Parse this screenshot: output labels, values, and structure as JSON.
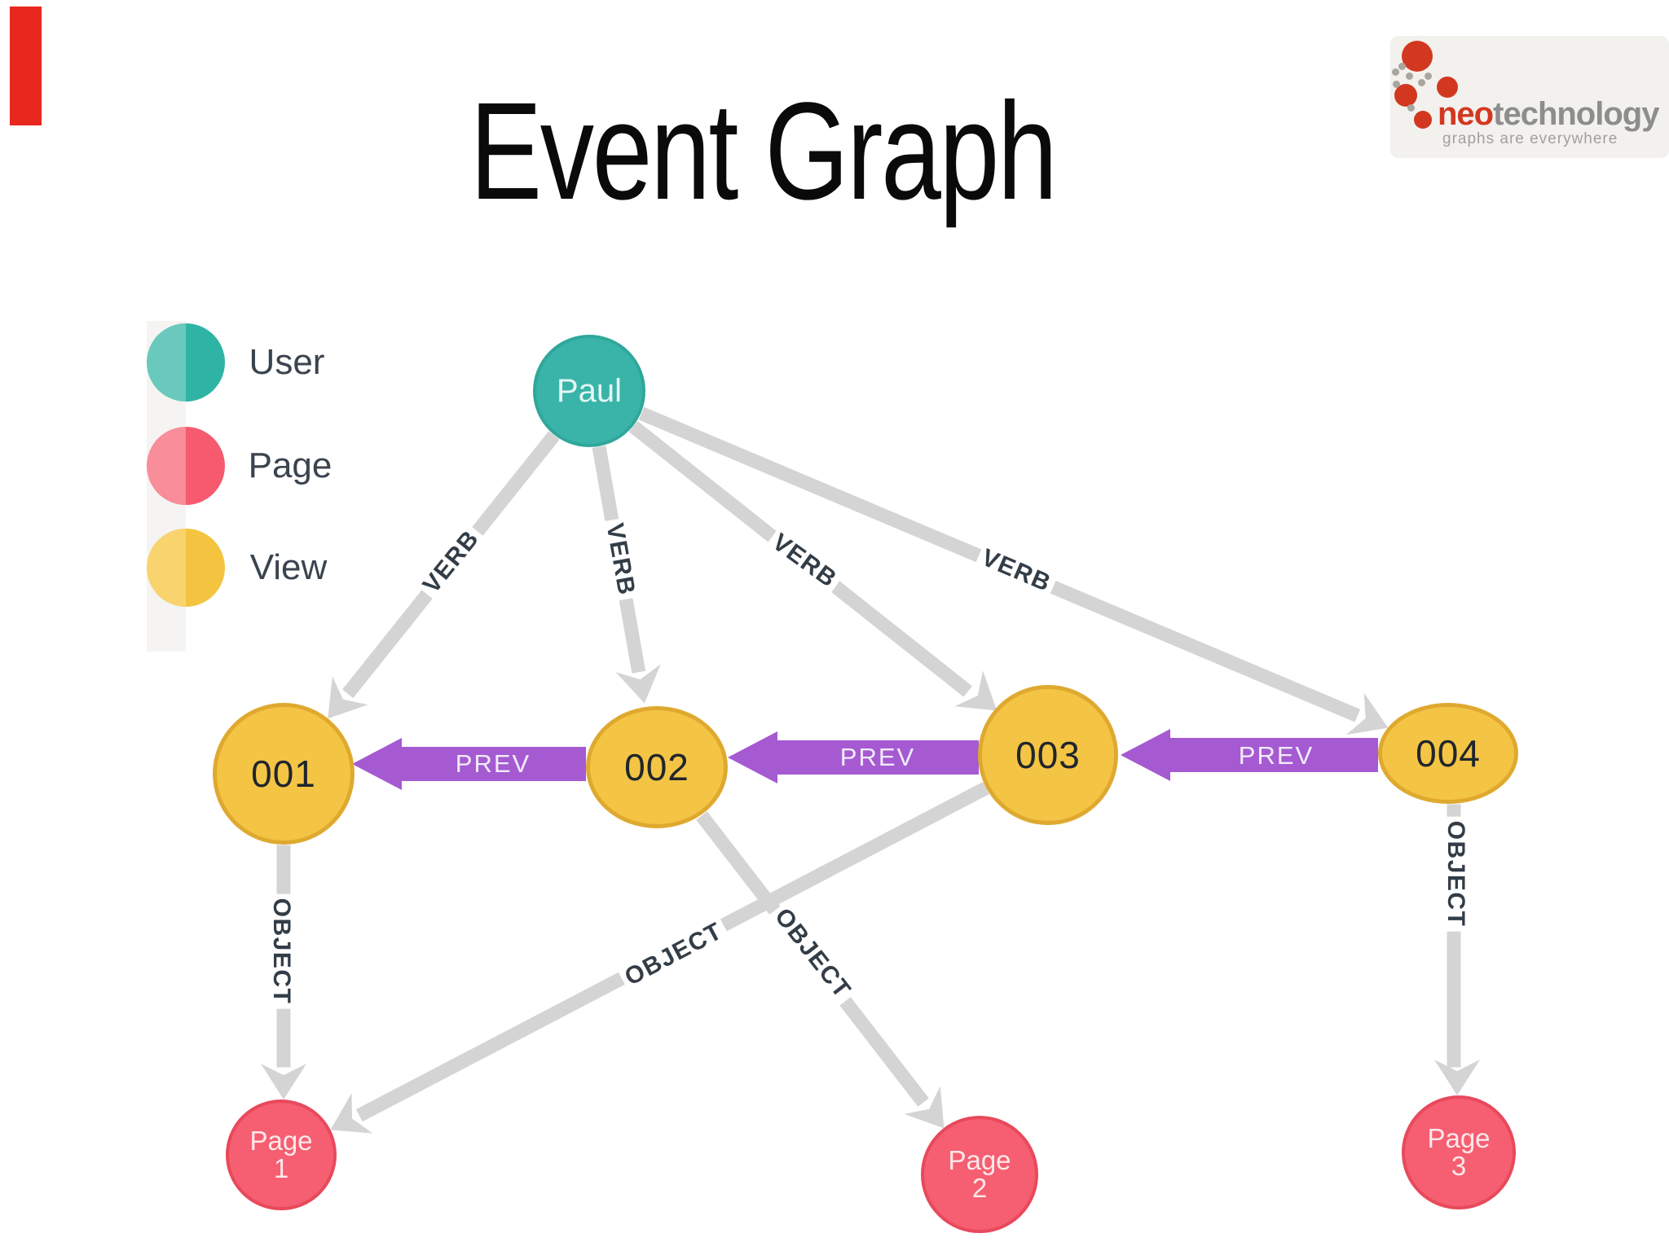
{
  "slide": {
    "title": "Event Graph"
  },
  "logo": {
    "name_red": "neo",
    "name_gray": "technology",
    "tagline": "graphs are everywhere",
    "red": "#d2381f",
    "gray": "#8d8d8d"
  },
  "legend": {
    "items": [
      {
        "label": "User",
        "color_light": "#68c9bc",
        "color_dark": "#2fb3a5"
      },
      {
        "label": "Page",
        "color_light": "#f98d9a",
        "color_dark": "#f55a6f"
      },
      {
        "label": "View",
        "color_light": "#f8d36e",
        "color_dark": "#f4c440"
      }
    ]
  },
  "graph": {
    "nodes": [
      {
        "id": "paul",
        "label": "Paul",
        "type": "User"
      },
      {
        "id": "001",
        "label": "001",
        "type": "View"
      },
      {
        "id": "002",
        "label": "002",
        "type": "View"
      },
      {
        "id": "003",
        "label": "003",
        "type": "View"
      },
      {
        "id": "004",
        "label": "004",
        "type": "View"
      },
      {
        "id": "page1",
        "line1": "Page",
        "line2": "1",
        "type": "Page"
      },
      {
        "id": "page2",
        "line1": "Page",
        "line2": "2",
        "type": "Page"
      },
      {
        "id": "page3",
        "line1": "Page",
        "line2": "3",
        "type": "Page"
      }
    ],
    "edges": [
      {
        "from": "Paul",
        "to": "001",
        "label": "VERB"
      },
      {
        "from": "Paul",
        "to": "002",
        "label": "VERB"
      },
      {
        "from": "Paul",
        "to": "003",
        "label": "VERB"
      },
      {
        "from": "Paul",
        "to": "004",
        "label": "VERB"
      },
      {
        "from": "002",
        "to": "001",
        "label": "PREV"
      },
      {
        "from": "003",
        "to": "002",
        "label": "PREV"
      },
      {
        "from": "004",
        "to": "003",
        "label": "PREV"
      },
      {
        "from": "001",
        "to": "Page 1",
        "label": "OBJECT"
      },
      {
        "from": "002",
        "to": "Page 2",
        "label": "OBJECT"
      },
      {
        "from": "003",
        "to": "Page 1",
        "label": "OBJECT"
      },
      {
        "from": "004",
        "to": "Page 3",
        "label": "OBJECT"
      }
    ]
  },
  "colors": {
    "edge_gray": "#d4d4d4",
    "prev_purple": "#a55ad2",
    "user_teal": "#3ab4a8",
    "view_yellow": "#f4c445",
    "page_pink": "#f55f71",
    "marker_red": "#e8281e"
  }
}
